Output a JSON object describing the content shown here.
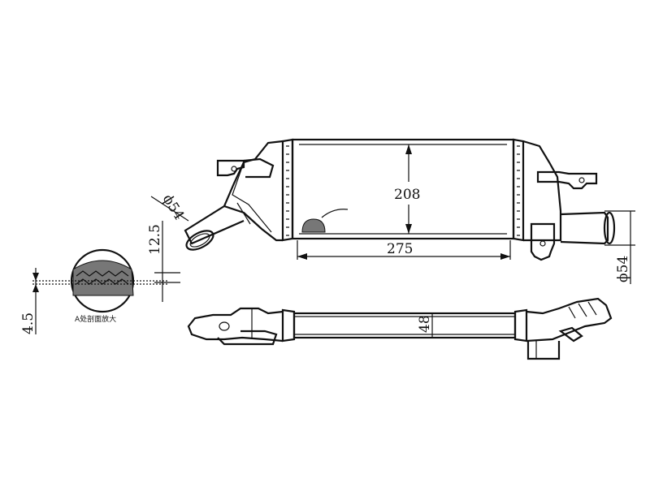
{
  "dimensions": {
    "height": "208",
    "width": "275",
    "thickness": "48",
    "inlet_diameter": "ϕ54",
    "outlet_diameter": "ϕ54",
    "offset": "12.5",
    "fin_pitch": "4.5"
  },
  "callout": {
    "marker": "A",
    "caption": "A处剖面放大"
  }
}
